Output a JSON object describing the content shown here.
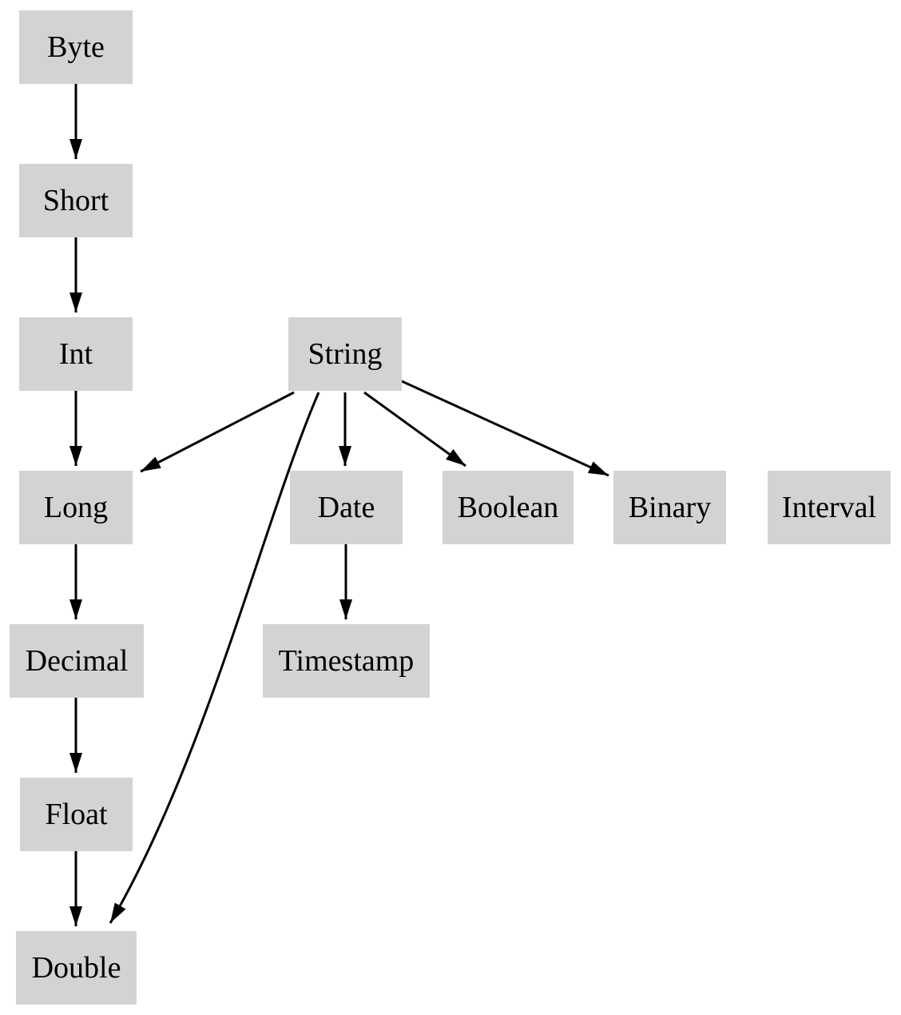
{
  "diagram": {
    "colors": {
      "node_fill": "#d3d3d3",
      "edge": "#000000",
      "text": "#000000",
      "background": "#ffffff"
    },
    "nodes": [
      {
        "id": "byte",
        "label": "Byte"
      },
      {
        "id": "short",
        "label": "Short"
      },
      {
        "id": "int",
        "label": "Int"
      },
      {
        "id": "long",
        "label": "Long"
      },
      {
        "id": "decimal",
        "label": "Decimal"
      },
      {
        "id": "float",
        "label": "Float"
      },
      {
        "id": "double",
        "label": "Double"
      },
      {
        "id": "string",
        "label": "String"
      },
      {
        "id": "date",
        "label": "Date"
      },
      {
        "id": "timestamp",
        "label": "Timestamp"
      },
      {
        "id": "boolean",
        "label": "Boolean"
      },
      {
        "id": "binary",
        "label": "Binary"
      },
      {
        "id": "interval",
        "label": "Interval"
      }
    ],
    "edges": [
      {
        "from": "Byte",
        "to": "Short"
      },
      {
        "from": "Short",
        "to": "Int"
      },
      {
        "from": "Int",
        "to": "Long"
      },
      {
        "from": "Long",
        "to": "Decimal"
      },
      {
        "from": "Decimal",
        "to": "Float"
      },
      {
        "from": "Float",
        "to": "Double"
      },
      {
        "from": "String",
        "to": "Long"
      },
      {
        "from": "String",
        "to": "Date"
      },
      {
        "from": "String",
        "to": "Boolean"
      },
      {
        "from": "String",
        "to": "Binary"
      },
      {
        "from": "String",
        "to": "Double"
      },
      {
        "from": "Date",
        "to": "Timestamp"
      }
    ]
  }
}
